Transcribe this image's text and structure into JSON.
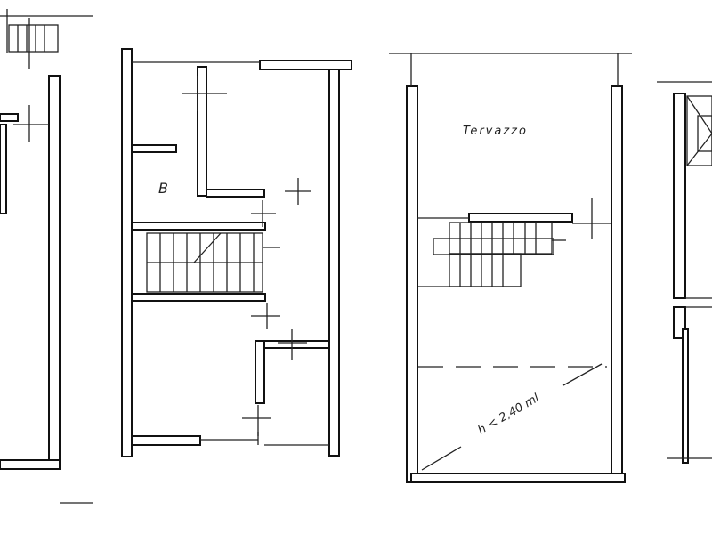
{
  "plans": [
    {
      "id": "plan-1-partial"
    },
    {
      "id": "plan-2",
      "room_label": "B"
    },
    {
      "id": "plan-3",
      "room_label": "Tervazzo",
      "height_note": "h < 2,40 ml"
    },
    {
      "id": "plan-4-partial"
    }
  ]
}
